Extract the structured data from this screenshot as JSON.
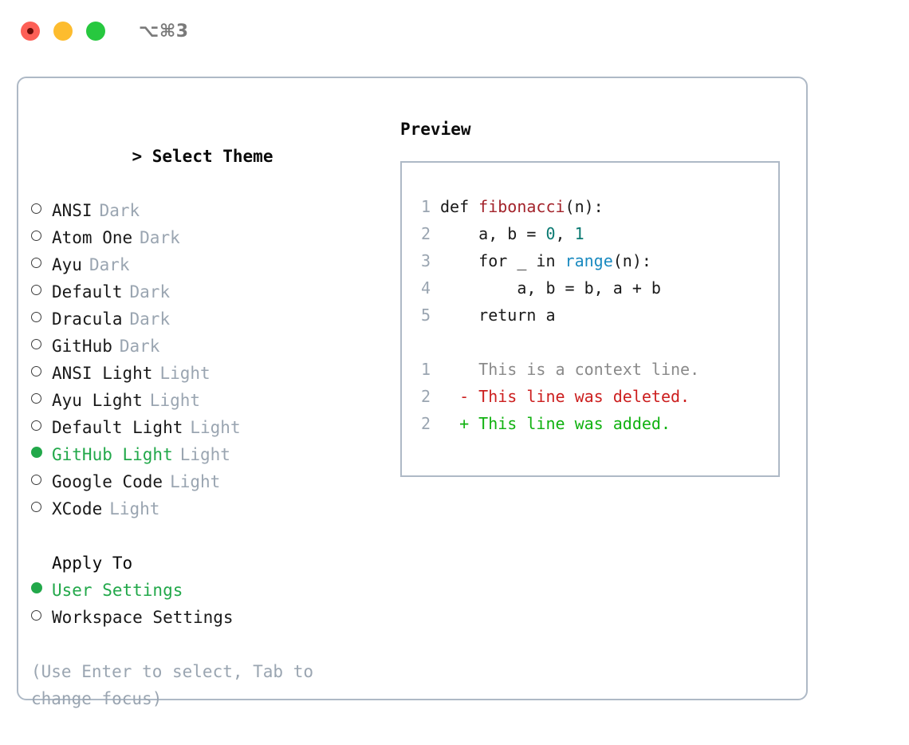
{
  "titlebar": {
    "shortcut": "⌥⌘3",
    "buttons": [
      {
        "name": "close",
        "color": "#fd5f56"
      },
      {
        "name": "minimize",
        "color": "#fdbc2e"
      },
      {
        "name": "maximize",
        "color": "#27c83f"
      }
    ]
  },
  "colors": {
    "selected_green": "#22a84a",
    "muted_gray": "#9aa5b1",
    "border": "#aeb9c6",
    "diff_add": "#11b211",
    "diff_del": "#cc1f1f",
    "diff_ctx": "#8a8a8a",
    "syntax_function": "#a3232b",
    "syntax_number": "#0b7a72",
    "syntax_call": "#1a8ac0"
  },
  "theme_section": {
    "caret": ">",
    "title": "Select Theme",
    "items": [
      {
        "label": "ANSI",
        "category": "Dark",
        "selected": false
      },
      {
        "label": "Atom One",
        "category": "Dark",
        "selected": false
      },
      {
        "label": "Ayu",
        "category": "Dark",
        "selected": false
      },
      {
        "label": "Default",
        "category": "Dark",
        "selected": false
      },
      {
        "label": "Dracula",
        "category": "Dark",
        "selected": false
      },
      {
        "label": "GitHub",
        "category": "Dark",
        "selected": false
      },
      {
        "label": "ANSI Light",
        "category": "Light",
        "selected": false
      },
      {
        "label": "Ayu Light",
        "category": "Light",
        "selected": false
      },
      {
        "label": "Default Light",
        "category": "Light",
        "selected": false
      },
      {
        "label": "GitHub Light",
        "category": "Light",
        "selected": true
      },
      {
        "label": "Google Code",
        "category": "Light",
        "selected": false
      },
      {
        "label": "XCode",
        "category": "Light",
        "selected": false
      }
    ]
  },
  "apply_section": {
    "title": "Apply To",
    "items": [
      {
        "label": "User Settings",
        "selected": true
      },
      {
        "label": "Workspace Settings",
        "selected": false
      }
    ]
  },
  "help_text": "(Use Enter to select, Tab to change focus)",
  "preview": {
    "title": "Preview",
    "code_lines": [
      {
        "number": "1",
        "tokens": [
          {
            "text": "def ",
            "type": "plain"
          },
          {
            "text": "fibonacci",
            "type": "fn"
          },
          {
            "text": "(n):",
            "type": "plain"
          }
        ]
      },
      {
        "number": "2",
        "tokens": [
          {
            "text": "    a, b = ",
            "type": "plain"
          },
          {
            "text": "0",
            "type": "num"
          },
          {
            "text": ", ",
            "type": "plain"
          },
          {
            "text": "1",
            "type": "num"
          }
        ]
      },
      {
        "number": "3",
        "tokens": [
          {
            "text": "    for _ in ",
            "type": "plain"
          },
          {
            "text": "range",
            "type": "call"
          },
          {
            "text": "(n):",
            "type": "plain"
          }
        ]
      },
      {
        "number": "4",
        "tokens": [
          {
            "text": "        a, b = b, a + b",
            "type": "plain"
          }
        ]
      },
      {
        "number": "5",
        "tokens": [
          {
            "text": "    return a",
            "type": "plain"
          }
        ]
      }
    ],
    "diff_lines": [
      {
        "number": "1",
        "marker": " ",
        "text": "This is a context line.",
        "type": "ctx"
      },
      {
        "number": "2",
        "marker": "-",
        "text": "This line was deleted.",
        "type": "del"
      },
      {
        "number": "2",
        "marker": "+",
        "text": "This line was added.",
        "type": "add"
      }
    ]
  }
}
